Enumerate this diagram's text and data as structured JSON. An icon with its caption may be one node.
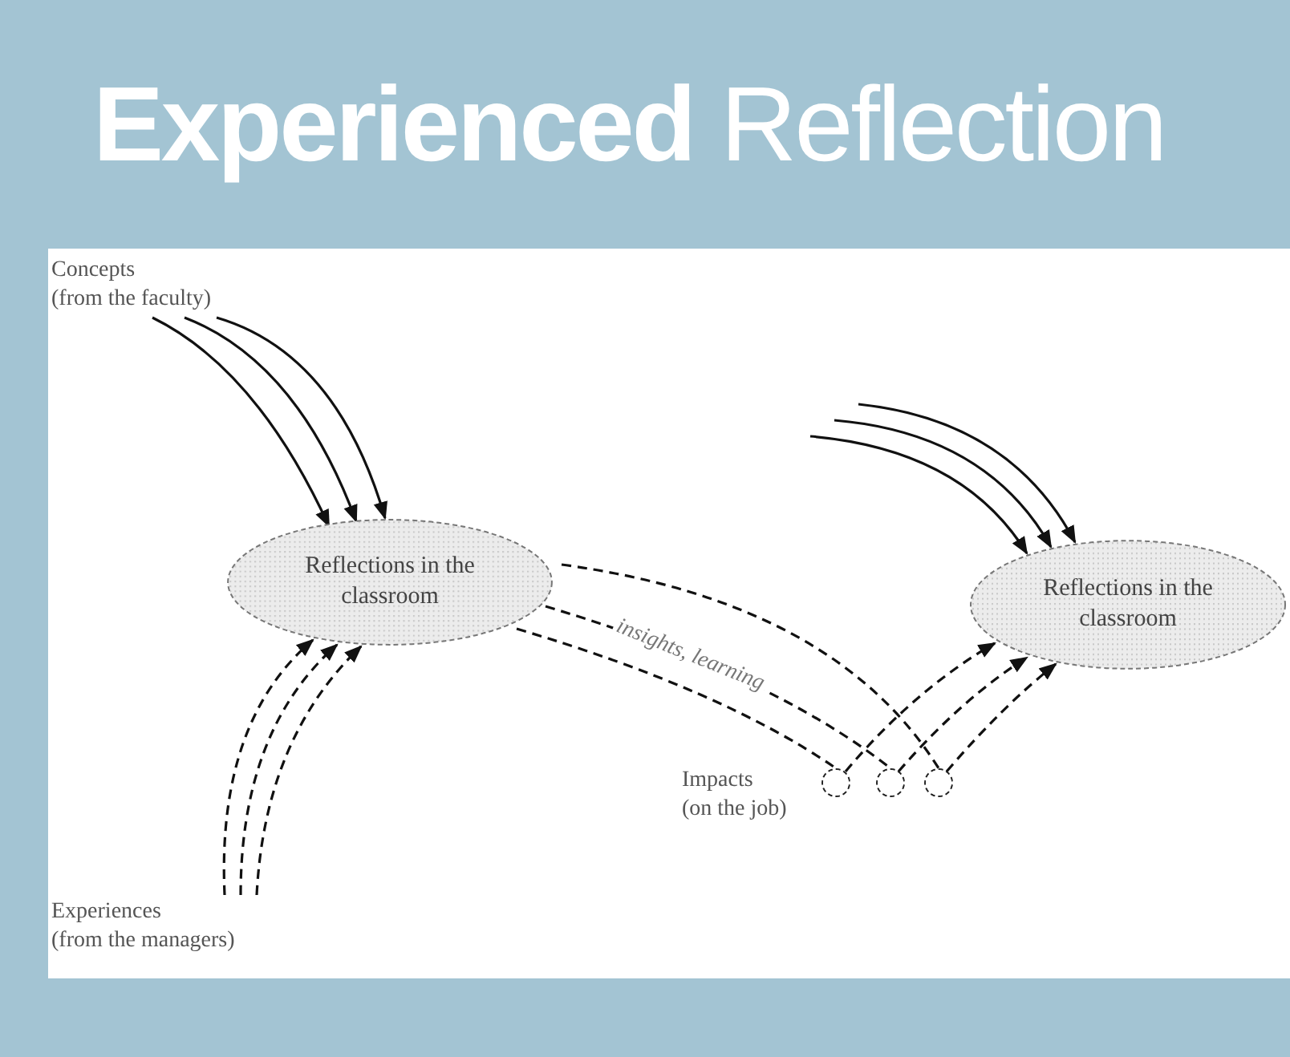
{
  "diagram": {
    "title": "**Experienced** Reflection",
    "nodes": [
      {
        "text": [
          "Concepts",
          "(from the faculty)"
        ]
      },
      {
        "text": [
          "Reflections in the classroom"
        ]
      },
      {
        "text": [
          "Experiences",
          "(from the managers)"
        ]
      },
      {
        "text": [
          "Reflections in the classroom"
        ]
      },
      {
        "text": [
          "Impacts",
          "(on the job)"
        ]
      },
      {
        "text": [],
        "shape": "circle"
      },
      {
        "text": [],
        "shape": "circle"
      },
      {
        "text": [],
        "shape": "circle"
      }
    ],
    "edges": [
      {
        "from": 0,
        "to": 1,
        "arrow": "to"
      },
      {
        "from": 0,
        "to": 1,
        "arrow": "to"
      },
      {
        "from": 0,
        "to": 1,
        "arrow": "to"
      },
      {
        "from": 2,
        "to": 1,
        "arrow": "to",
        "style": "dashed"
      },
      {
        "from": 2,
        "to": 1,
        "arrow": "to",
        "style": "dashed"
      },
      {
        "from": 2,
        "to": 1,
        "arrow": "to",
        "style": "dashed"
      },
      {
        "from": null,
        "to": 3,
        "arrow": "to"
      },
      {
        "from": null,
        "to": 3,
        "arrow": "to"
      },
      {
        "from": null,
        "to": 3,
        "arrow": "to"
      },
      {
        "from": 1,
        "to": 7,
        "arrow": "none",
        "style": "dashed"
      },
      {
        "from": 1,
        "to": 6,
        "arrow": "none",
        "style": "dashed",
        "label": "insights, learning"
      },
      {
        "from": 1,
        "to": 5,
        "arrow": "none",
        "style": "dashed"
      },
      {
        "from": 5,
        "to": 3,
        "arrow": "to",
        "style": "dashed"
      },
      {
        "from": 6,
        "to": 3,
        "arrow": "to",
        "style": "dashed"
      },
      {
        "from": 7,
        "to": 3,
        "arrow": "to",
        "style": "dashed"
      }
    ]
  }
}
